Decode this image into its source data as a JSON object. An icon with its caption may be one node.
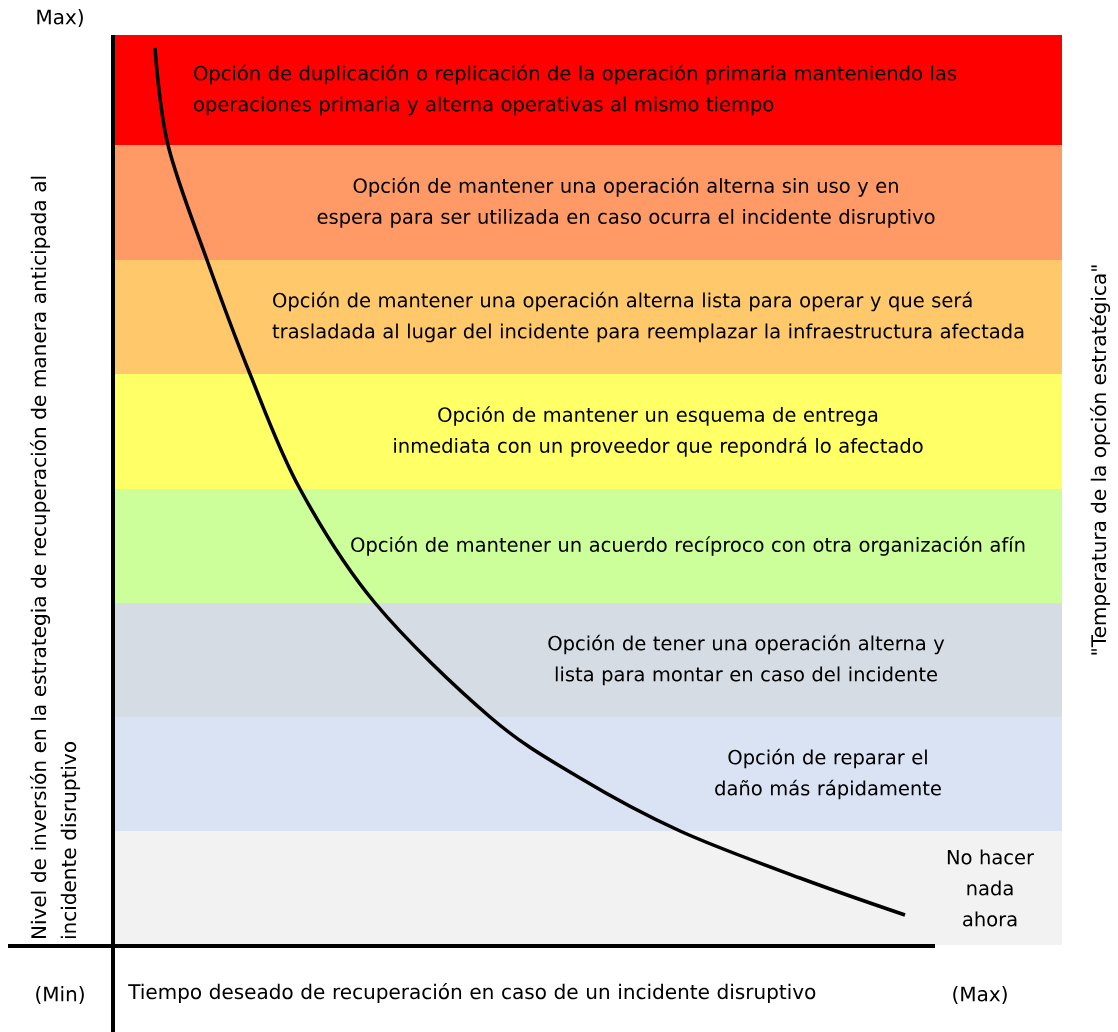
{
  "diagram": {
    "nodes": [
      {
        "text": [
          "Opción de duplicación o replicación de la operación primaria manteniendo las operaciones primaria y alterna operativas al mismo tiempo"
        ]
      },
      {
        "text": [
          "Opción de mantener una operación alterna sin uso y en espera para ser utilizada en caso ocurra el incidente disruptivo"
        ]
      },
      {
        "text": [
          "Opción de mantener una operación alterna lista para operar y que será trasladada al lugar del incidente para reemplazar la infraestructura afectada"
        ]
      },
      {
        "text": [
          "Opción de mantener un esquema de entrega inmediata con un proveedor que repondrá lo afectado"
        ]
      },
      {
        "text": [
          "Opción de mantener un acuerdo recíproco con otra organización afín"
        ]
      },
      {
        "text": [
          "Opción de tener una operación alterna y lista para montar en caso del incidente"
        ]
      },
      {
        "text": [
          "Opción de reparar el daño más rápidamente"
        ]
      },
      {
        "text": [
          "No hacer nada ahora"
        ]
      }
    ],
    "edges": [],
    "labels": [
      "Max)",
      "Nivel de inversión en la estrategia de recuperación de manera anticipada al incidente disruptivo",
      "\"Temperatura de la opción estratégica\"",
      "(Min)",
      "Tiempo deseado de recuperación en caso de un incidente disruptivo",
      "(Max)"
    ]
  }
}
